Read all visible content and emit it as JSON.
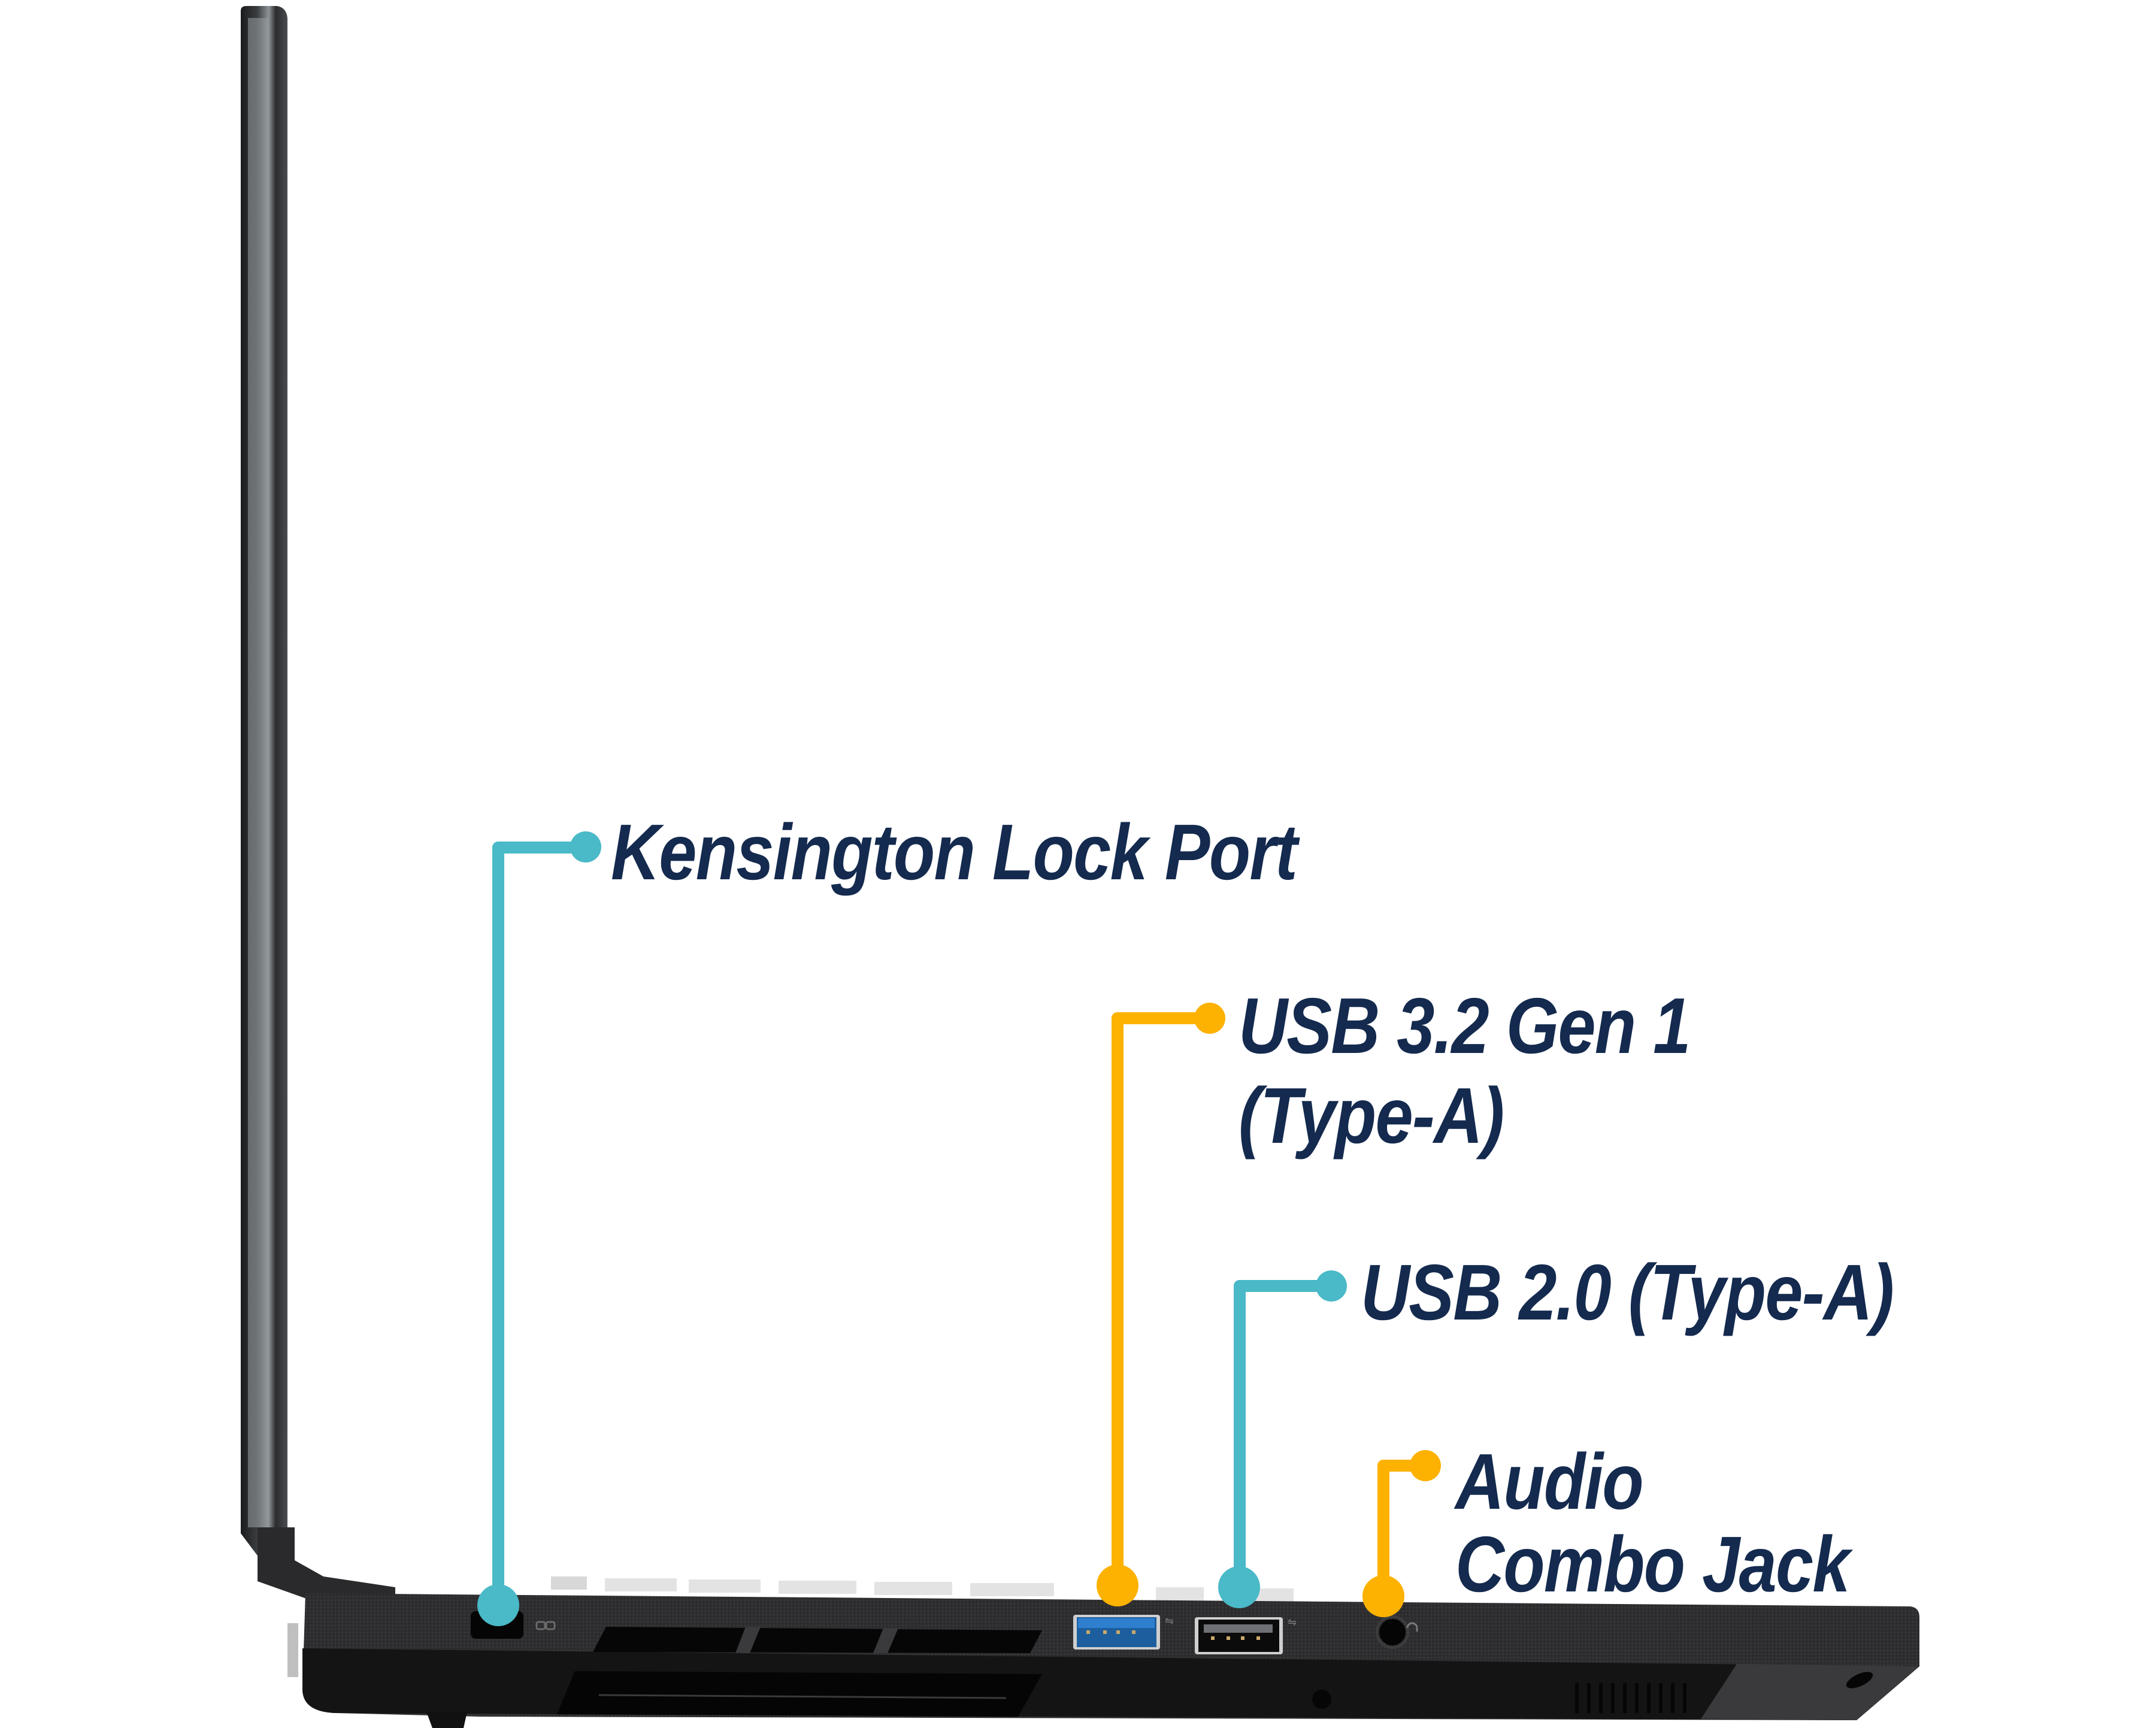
{
  "colors": {
    "cyan": "#4ab9c8",
    "orange": "#fdb100",
    "text": "#142a4e",
    "chassis": "#2b2b2d",
    "chassis_dark": "#111112",
    "usb3_blue": "#2f7fd0"
  },
  "callouts": [
    {
      "id": "kensington",
      "color": "cyan",
      "lines": [
        "Kensington Lock Port"
      ]
    },
    {
      "id": "usb32",
      "color": "orange",
      "lines": [
        "USB 3.2 Gen 1",
        "(Type-A)"
      ]
    },
    {
      "id": "usb20",
      "color": "cyan",
      "lines": [
        "USB 2.0 (Type-A)"
      ]
    },
    {
      "id": "audio",
      "color": "orange",
      "lines": [
        "Audio",
        "Combo Jack"
      ]
    }
  ],
  "ports": [
    {
      "name": "kensington-lock-slot",
      "icon": "lock-icon"
    },
    {
      "name": "usb-3.2-gen1-port",
      "icon": "usb-icon"
    },
    {
      "name": "usb-2.0-port",
      "icon": "usb-icon"
    },
    {
      "name": "audio-combo-jack",
      "icon": "headset-icon"
    }
  ]
}
